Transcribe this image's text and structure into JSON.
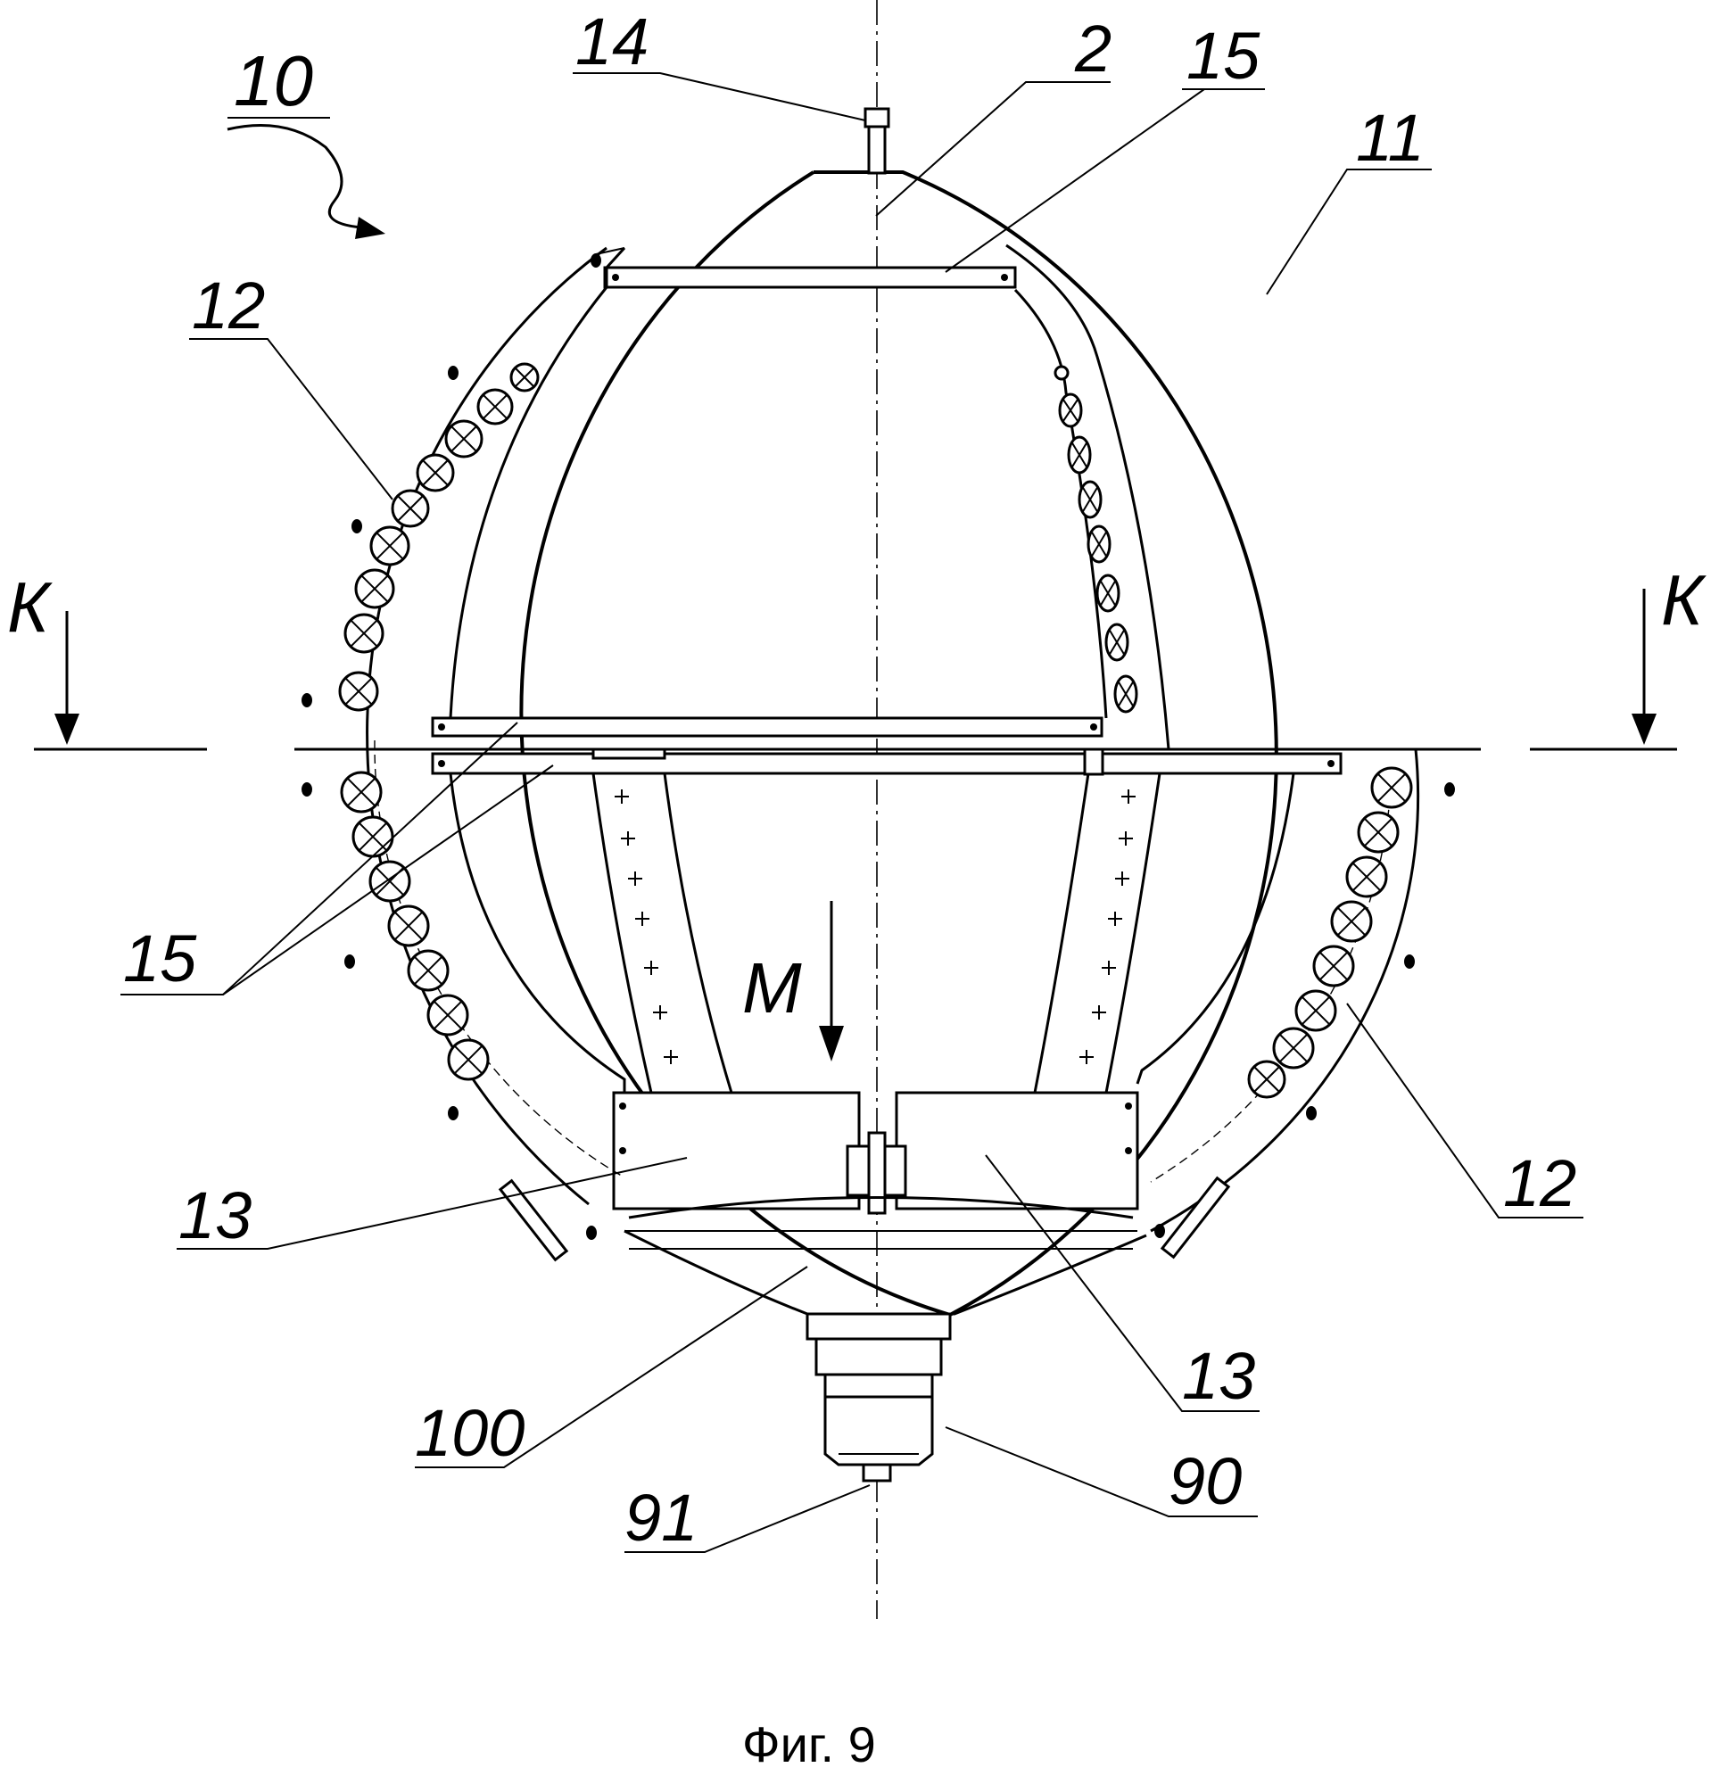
{
  "labels": {
    "l10": "10",
    "l14": "14",
    "l2": "2",
    "l15_top": "15",
    "l11": "11",
    "l12_left": "12",
    "l12_right": "12",
    "l15_left": "15",
    "l13_left": "13",
    "l13_right": "13",
    "l100": "100",
    "l90": "90",
    "l91": "91",
    "section_left": "К",
    "section_right": "К",
    "view_m": "М"
  },
  "caption": "Фиг. 9"
}
